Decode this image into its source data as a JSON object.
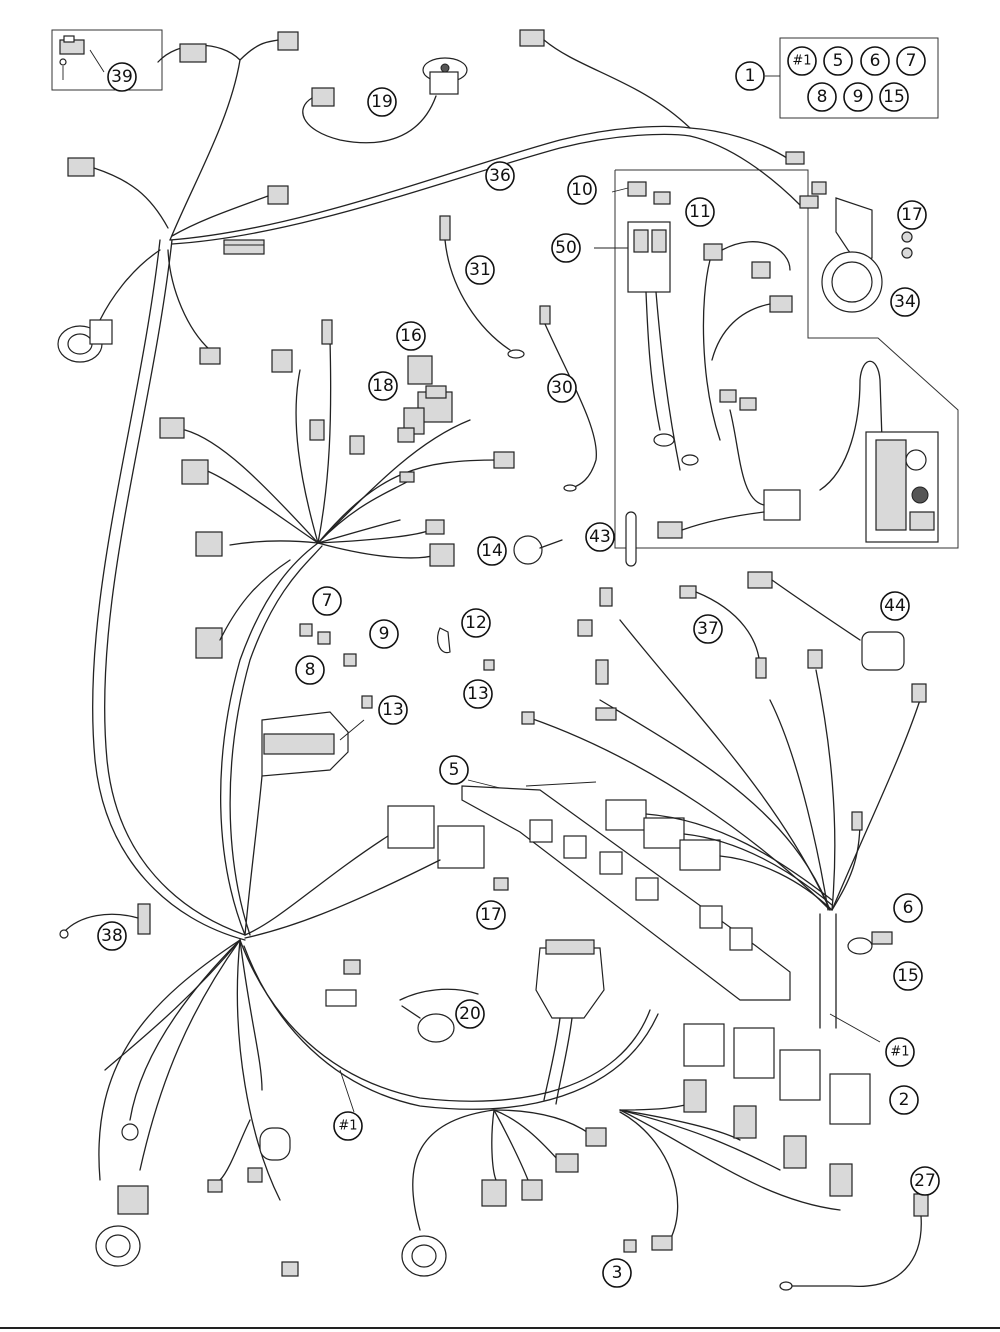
{
  "callouts": [
    {
      "id": "c-1",
      "label": "1"
    },
    {
      "id": "c-h1-a",
      "label": "#1"
    },
    {
      "id": "c-5-a",
      "label": "5"
    },
    {
      "id": "c-6-a",
      "label": "6"
    },
    {
      "id": "c-7-a",
      "label": "7"
    },
    {
      "id": "c-8-a",
      "label": "8"
    },
    {
      "id": "c-9-a",
      "label": "9"
    },
    {
      "id": "c-15-a",
      "label": "15"
    },
    {
      "id": "c-39",
      "label": "39"
    },
    {
      "id": "c-19",
      "label": "19"
    },
    {
      "id": "c-36",
      "label": "36"
    },
    {
      "id": "c-10",
      "label": "10"
    },
    {
      "id": "c-11",
      "label": "11"
    },
    {
      "id": "c-50",
      "label": "50"
    },
    {
      "id": "c-17-a",
      "label": "17"
    },
    {
      "id": "c-34",
      "label": "34"
    },
    {
      "id": "c-31",
      "label": "31"
    },
    {
      "id": "c-16",
      "label": "16"
    },
    {
      "id": "c-18",
      "label": "18"
    },
    {
      "id": "c-30",
      "label": "30"
    },
    {
      "id": "c-43",
      "label": "43"
    },
    {
      "id": "c-14",
      "label": "14"
    },
    {
      "id": "c-7-b",
      "label": "7"
    },
    {
      "id": "c-12",
      "label": "12"
    },
    {
      "id": "c-9-b",
      "label": "9"
    },
    {
      "id": "c-8-b",
      "label": "8"
    },
    {
      "id": "c-13-a",
      "label": "13"
    },
    {
      "id": "c-13-b",
      "label": "13"
    },
    {
      "id": "c-37",
      "label": "37"
    },
    {
      "id": "c-44",
      "label": "44"
    },
    {
      "id": "c-5-b",
      "label": "5"
    },
    {
      "id": "c-17-b",
      "label": "17"
    },
    {
      "id": "c-6-b",
      "label": "6"
    },
    {
      "id": "c-15-b",
      "label": "15"
    },
    {
      "id": "c-38",
      "label": "38"
    },
    {
      "id": "c-20",
      "label": "20"
    },
    {
      "id": "c-h1-b",
      "label": "#1"
    },
    {
      "id": "c-h1-c",
      "label": "#1"
    },
    {
      "id": "c-2",
      "label": "2"
    },
    {
      "id": "c-27",
      "label": "27"
    },
    {
      "id": "c-3",
      "label": "3"
    }
  ]
}
